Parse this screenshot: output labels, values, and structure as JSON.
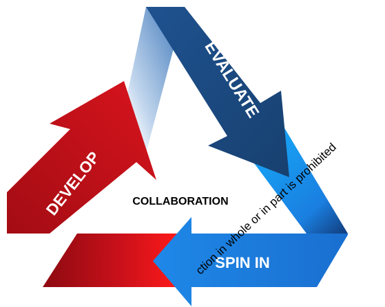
{
  "diagram": {
    "center_label": "COLLABORATION",
    "arrows": [
      {
        "label": "EVALUATE",
        "color": "#1d4a80"
      },
      {
        "label": "SPIN IN",
        "color": "#1a7fe0"
      },
      {
        "label": "DEVELOP",
        "color": "#c8101a"
      }
    ]
  },
  "watermark": {
    "text": "ction in whole or in part is prohibited"
  }
}
